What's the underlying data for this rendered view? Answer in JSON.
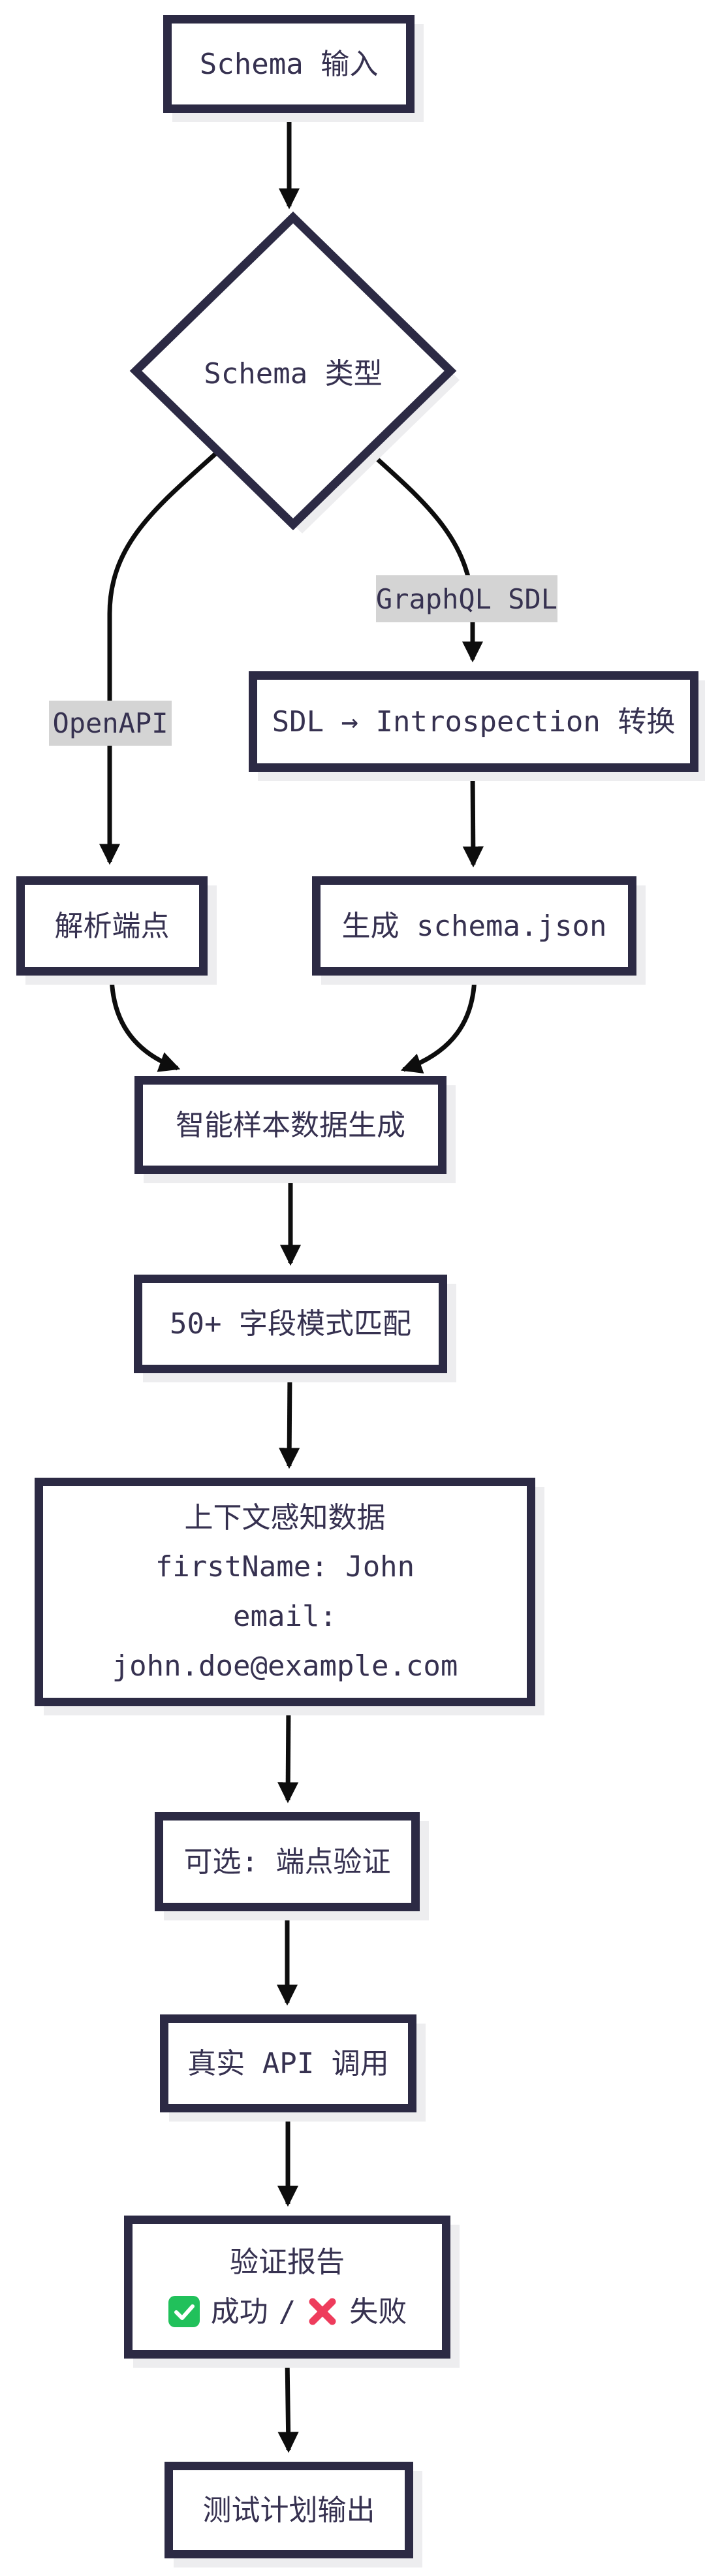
{
  "flowchart": {
    "nodes": {
      "schema_input": "Schema 输入",
      "schema_type": "Schema 类型",
      "sdl_convert": "SDL → Introspection 转换",
      "parse_endpoints": "解析端点",
      "gen_schema_json": "生成 schema.json",
      "smart_sample": "智能样本数据生成",
      "field_patterns": "50+ 字段模式匹配",
      "context_data_lines": {
        "0": "上下文感知数据",
        "1": "firstName: John",
        "2": "email:",
        "3": "john.doe@example.com"
      },
      "optional_validation": "可选: 端点验证",
      "real_api": "真实 API 调用",
      "report_title": "验证报告",
      "report_success": "成功",
      "report_divider": "/",
      "report_fail": "失败",
      "test_plan": "测试计划输出"
    },
    "edge_labels": {
      "openapi": "OpenAPI",
      "graphql_sdl": "GraphQL SDL"
    },
    "icons": {
      "success": "check-badge-icon",
      "fail": "cross-mark-icon"
    },
    "colors": {
      "node_border": "#2c2a44",
      "node_text": "#363150",
      "edge_line": "#0d0d0d",
      "edge_label_bg": "#d4d4d4",
      "shadow": "#ededef",
      "success_green": "#21c15b",
      "fail_red": "#ee3c5c"
    }
  }
}
